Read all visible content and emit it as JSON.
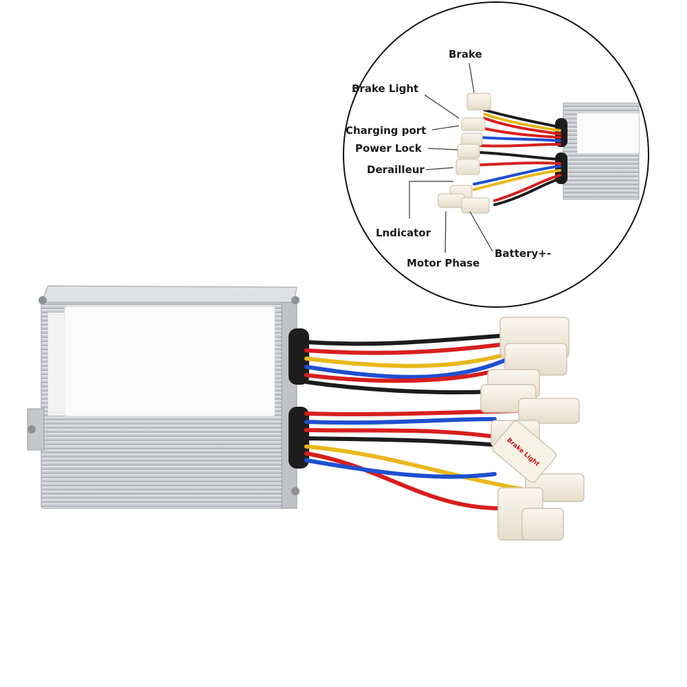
{
  "callout": {
    "labels": {
      "brake": "Brake",
      "brake_light": "Brake Light",
      "charging_port": "Charging port",
      "power_lock": "Power Lock",
      "derailleur": "Derailleur",
      "indicator": "Lndicator",
      "motor_phase": "Motor Phase",
      "battery": "Battery+-"
    }
  },
  "product": {
    "connector_tag": "Brake Light"
  },
  "colors": {
    "wire_red": "#d81e1e",
    "wire_black": "#1c1c1c",
    "wire_yellow": "#e8b81a",
    "wire_blue": "#1f4fd0",
    "housing": "#cfd2d6",
    "connector": "#f4ede0"
  }
}
